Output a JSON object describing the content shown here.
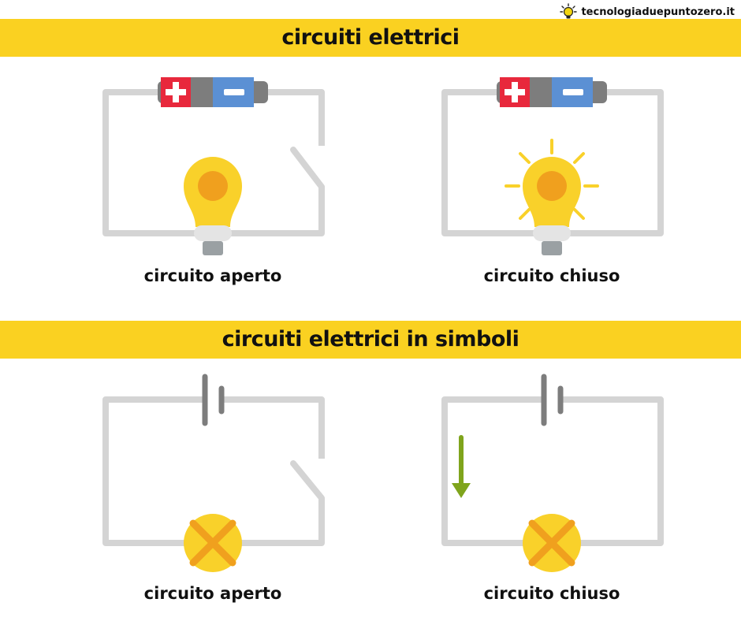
{
  "brand": {
    "logo_icon": "lightbulb-icon",
    "site_name": "tecnologiaduepuntozero.it"
  },
  "section1": {
    "title": "circuiti elettrici",
    "open_caption": "circuito aperto",
    "closed_caption": "circuito chiuso"
  },
  "section2": {
    "title": "circuiti elettrici in simboli",
    "open_caption": "circuito aperto",
    "closed_caption": "circuito chiuso"
  },
  "colors": {
    "band_yellow": "#fad121",
    "wire_gray": "#d4d4d4",
    "battery_red": "#e8283c",
    "battery_blue": "#5b90d4",
    "battery_gray": "#7d7d7d",
    "bulb_yellow": "#f9d12a",
    "bulb_core": "#f0a01e",
    "current_arrow": "#7fa41c"
  }
}
